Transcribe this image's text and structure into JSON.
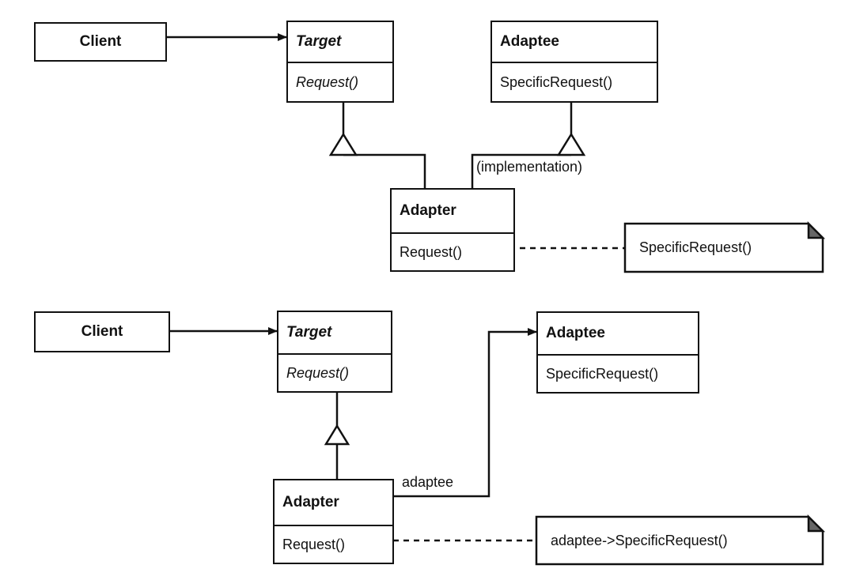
{
  "top": {
    "client": {
      "name": "Client"
    },
    "target": {
      "name": "Target",
      "operation": "Request()"
    },
    "adaptee": {
      "name": "Adaptee",
      "operation": "SpecificRequest()"
    },
    "adapter": {
      "name": "Adapter",
      "operation": "Request()"
    },
    "implementation_label": "(implementation)",
    "note": "SpecificRequest()"
  },
  "bottom": {
    "client": {
      "name": "Client"
    },
    "target": {
      "name": "Target",
      "operation": "Request()"
    },
    "adaptee": {
      "name": "Adaptee",
      "operation": "SpecificRequest()"
    },
    "adapter": {
      "name": "Adapter",
      "operation": "Request()"
    },
    "association_label": "adaptee",
    "note": "adaptee->SpecificRequest()"
  }
}
